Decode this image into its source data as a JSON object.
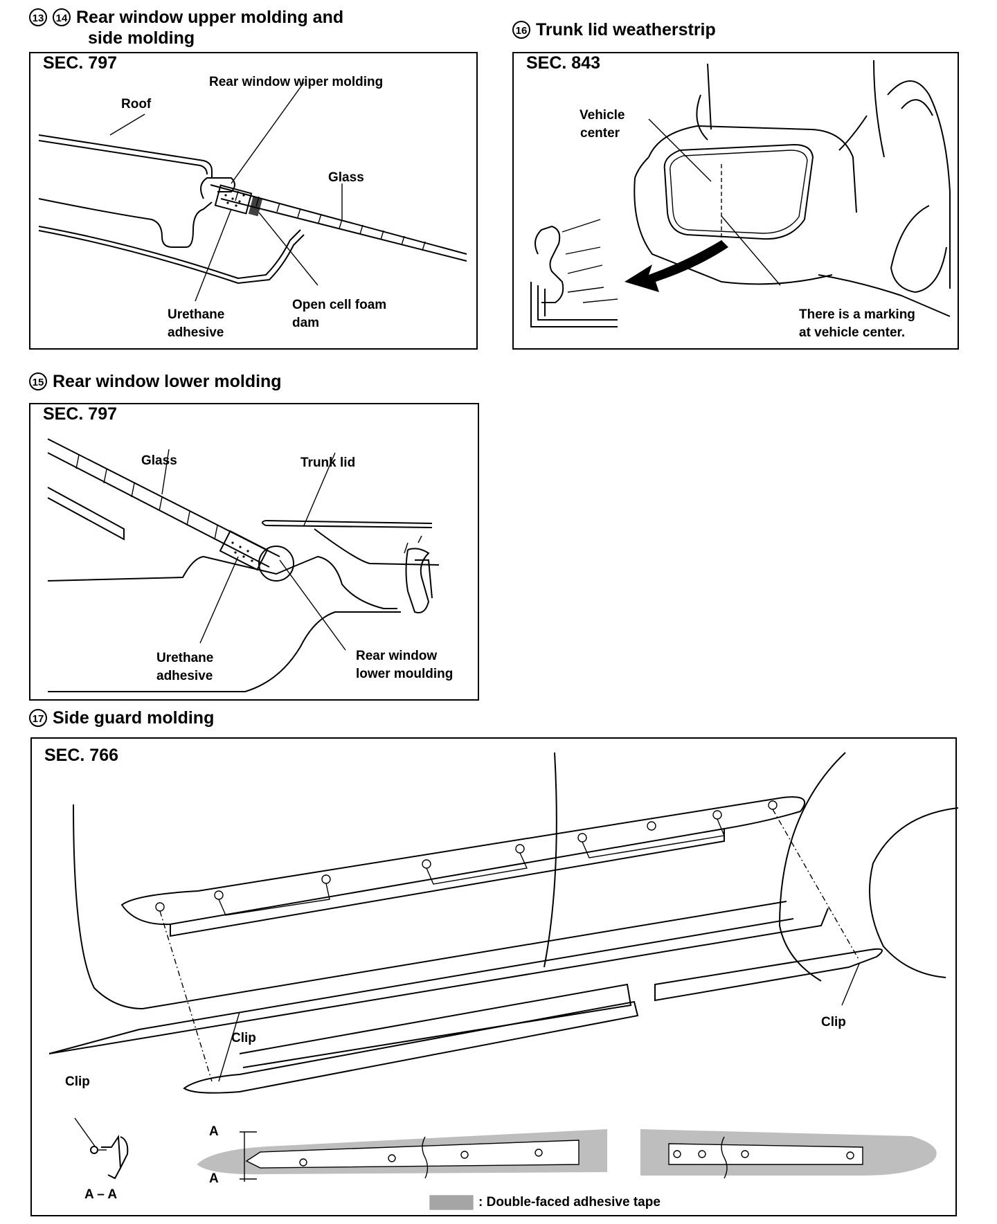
{
  "sections": {
    "upper": {
      "numbers": [
        "13",
        "14"
      ],
      "title_line1": "Rear window upper molding and",
      "title_line2": "side molding",
      "sec": "SEC. 797",
      "labels": {
        "wiper": "Rear window wiper molding",
        "roof": "Roof",
        "glass": "Glass",
        "urethane1": "Urethane",
        "urethane2": "adhesive",
        "foam1": "Open cell foam",
        "foam2": "dam"
      }
    },
    "trunk": {
      "number": "16",
      "title": "Trunk lid weatherstrip",
      "sec": "SEC. 843",
      "labels": {
        "vehicle1": "Vehicle",
        "vehicle2": "center",
        "marking1": "There is a marking",
        "marking2": "at vehicle center."
      }
    },
    "lower": {
      "number": "15",
      "title": "Rear window lower molding",
      "sec": "SEC. 797",
      "labels": {
        "glass": "Glass",
        "trunk": "Trunk lid",
        "urethane1": "Urethane",
        "urethane2": "adhesive",
        "molding1": "Rear window",
        "molding2": "lower moulding"
      }
    },
    "side": {
      "number": "17",
      "title": "Side guard molding",
      "sec": "SEC. 766",
      "labels": {
        "clip_center": "Clip",
        "clip_right": "Clip",
        "clip_left": "Clip",
        "aa": "A – A",
        "a_top": "A",
        "a_bottom": "A",
        "legend": ": Double-faced adhesive tape"
      }
    }
  }
}
